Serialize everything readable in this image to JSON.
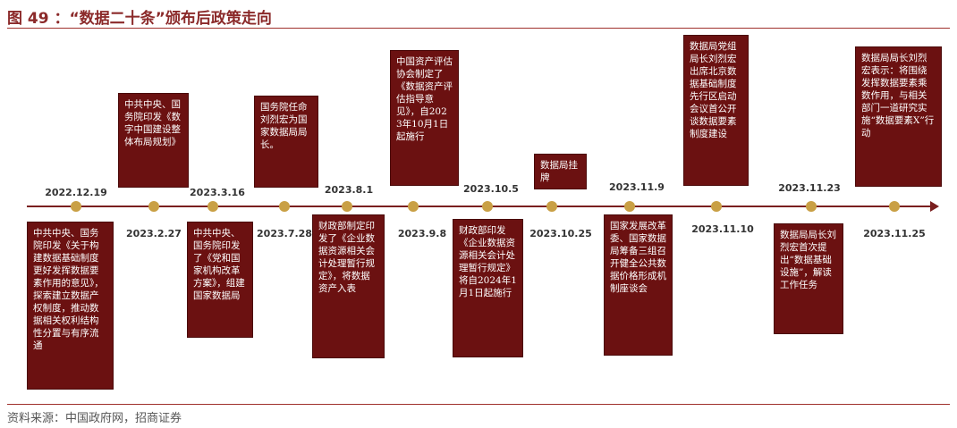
{
  "title": "图 49 ：“数据二十条”颁布后政策走向",
  "source": "资料来源：中国政府网，招商证券",
  "events": [
    {
      "date": "2022.12.19",
      "text": "中共中央、国务院印发《关于构建数据基础制度更好发挥数据要素作用的意见》，探索建立数据产权制度，推动数据相关权利结构性分置与有序流通"
    },
    {
      "date": "2023.2.27",
      "text": "中共中央、国务院印发《数字中国建设整体布局规划》"
    },
    {
      "date": "2023.3.16",
      "text": "中共中央、国务院印发了《党和国家机构改革方案》，组建国家数据局"
    },
    {
      "date": "2023.7.28",
      "text": "国务院任命刘烈宏为国家数据局局长。"
    },
    {
      "date": "2023.8.1",
      "text": "财政部制定印发了《企业数据资源相关会计处理暂行规定》，将数据资产入表"
    },
    {
      "date": "2023.9.8",
      "text": "中国资产评估协会制定了《数据资产评估指导意见》，自2023年10月1日起施行"
    },
    {
      "date": "2023.10.5",
      "text": "财政部印发《企业数据资源相关会计处理暂行规定》 将自2024年1月1日起施行"
    },
    {
      "date": "2023.10.25",
      "text": "数据局挂牌"
    },
    {
      "date": "2023.11.9",
      "text": "国家发展改革委、国家数据局筹备三组召开健全公共数据价格形成机制座谈会"
    },
    {
      "date": "2023.11.10",
      "text": "数据局党组局长刘烈宏出席北京数据基础制度先行区启动会议首公开谈数据要素制度建设"
    },
    {
      "date": "2023.11.23",
      "text": "数据局局长刘烈宏首次提出“数据基础设施”，解读工作任务"
    },
    {
      "date": "2023.11.25",
      "text": "数据局局长刘烈宏表示：将围绕发挥数据要素乘数作用，与相关部门一道研究实施“数据要素X”行动"
    }
  ]
}
